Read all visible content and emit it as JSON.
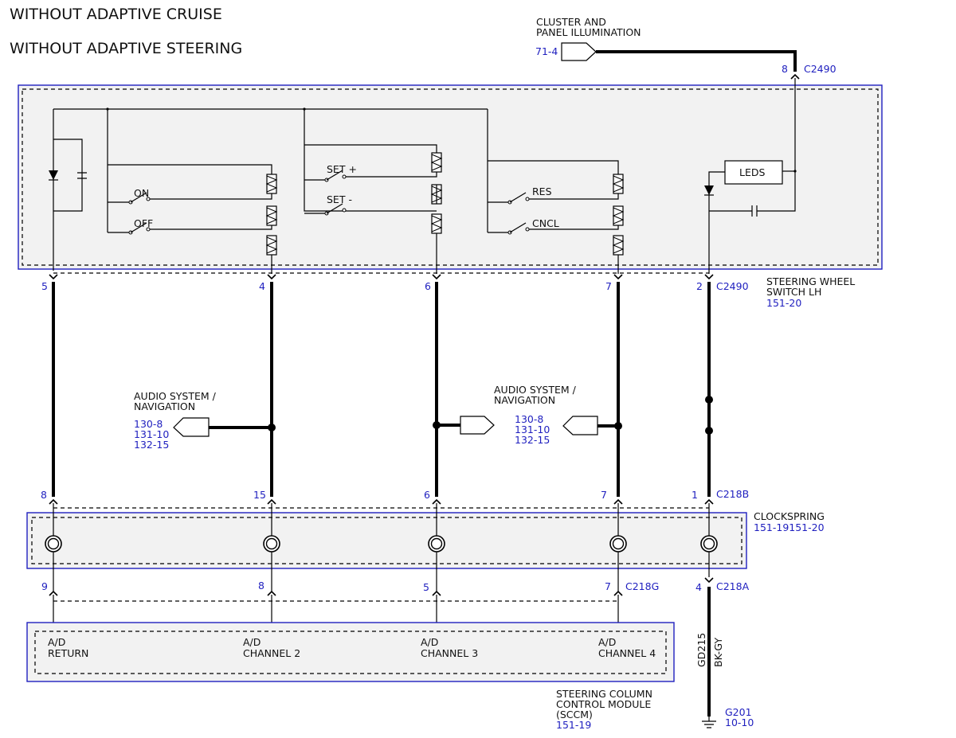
{
  "titles": [
    "WITHOUT ADAPTIVE CRUISE",
    "WITHOUT ADAPTIVE STEERING"
  ],
  "cluster": {
    "label1": "CLUSTER AND",
    "label2": "PANEL ILLUMINATION",
    "ref": "71-4"
  },
  "swsw_top_conn": {
    "pin": "8",
    "name": "C2490"
  },
  "switches": {
    "on": "ON",
    "off": "OFF",
    "set_plus": "SET +",
    "set_minus": "SET -",
    "res": "RES",
    "cncl": "CNCL",
    "leds": "LEDS"
  },
  "swsw_pins": [
    "5",
    "4",
    "6",
    "7",
    "2"
  ],
  "swsw_conn_name": "C2490",
  "swsw_label": {
    "l1": "STEERING WHEEL",
    "l2": "SWITCH LH",
    "ref": "151-20"
  },
  "audio_left": {
    "l1": "AUDIO SYSTEM /",
    "l2": "NAVIGATION",
    "refs": [
      "130-8",
      "131-10",
      "132-15"
    ]
  },
  "audio_right": {
    "l1": "AUDIO SYSTEM /",
    "l2": "NAVIGATION",
    "refs": [
      "130-8",
      "131-10",
      "132-15"
    ]
  },
  "c218b_pins": [
    "8",
    "15",
    "6",
    "7",
    "1"
  ],
  "c218b_name": "C218B",
  "clockspring": {
    "label": "CLOCKSPRING",
    "ref": "151-19151-20"
  },
  "c218g_pins": [
    "9",
    "8",
    "5",
    "7"
  ],
  "c218g_name": "C218G",
  "c218a": {
    "pin": "4",
    "name": "C218A"
  },
  "sccm_inputs": [
    {
      "l1": "A/D",
      "l2": "RETURN"
    },
    {
      "l1": "A/D",
      "l2": "CHANNEL 2"
    },
    {
      "l1": "A/D",
      "l2": "CHANNEL 3"
    },
    {
      "l1": "A/D",
      "l2": "CHANNEL 4"
    }
  ],
  "sccm_label": {
    "l1": "STEERING COLUMN",
    "l2": "CONTROL MODULE",
    "l3": "(SCCM)",
    "ref": "151-19"
  },
  "ground": {
    "circuit": "GD215",
    "color": "BK-GY",
    "name": "G201",
    "ref": "10-10"
  }
}
